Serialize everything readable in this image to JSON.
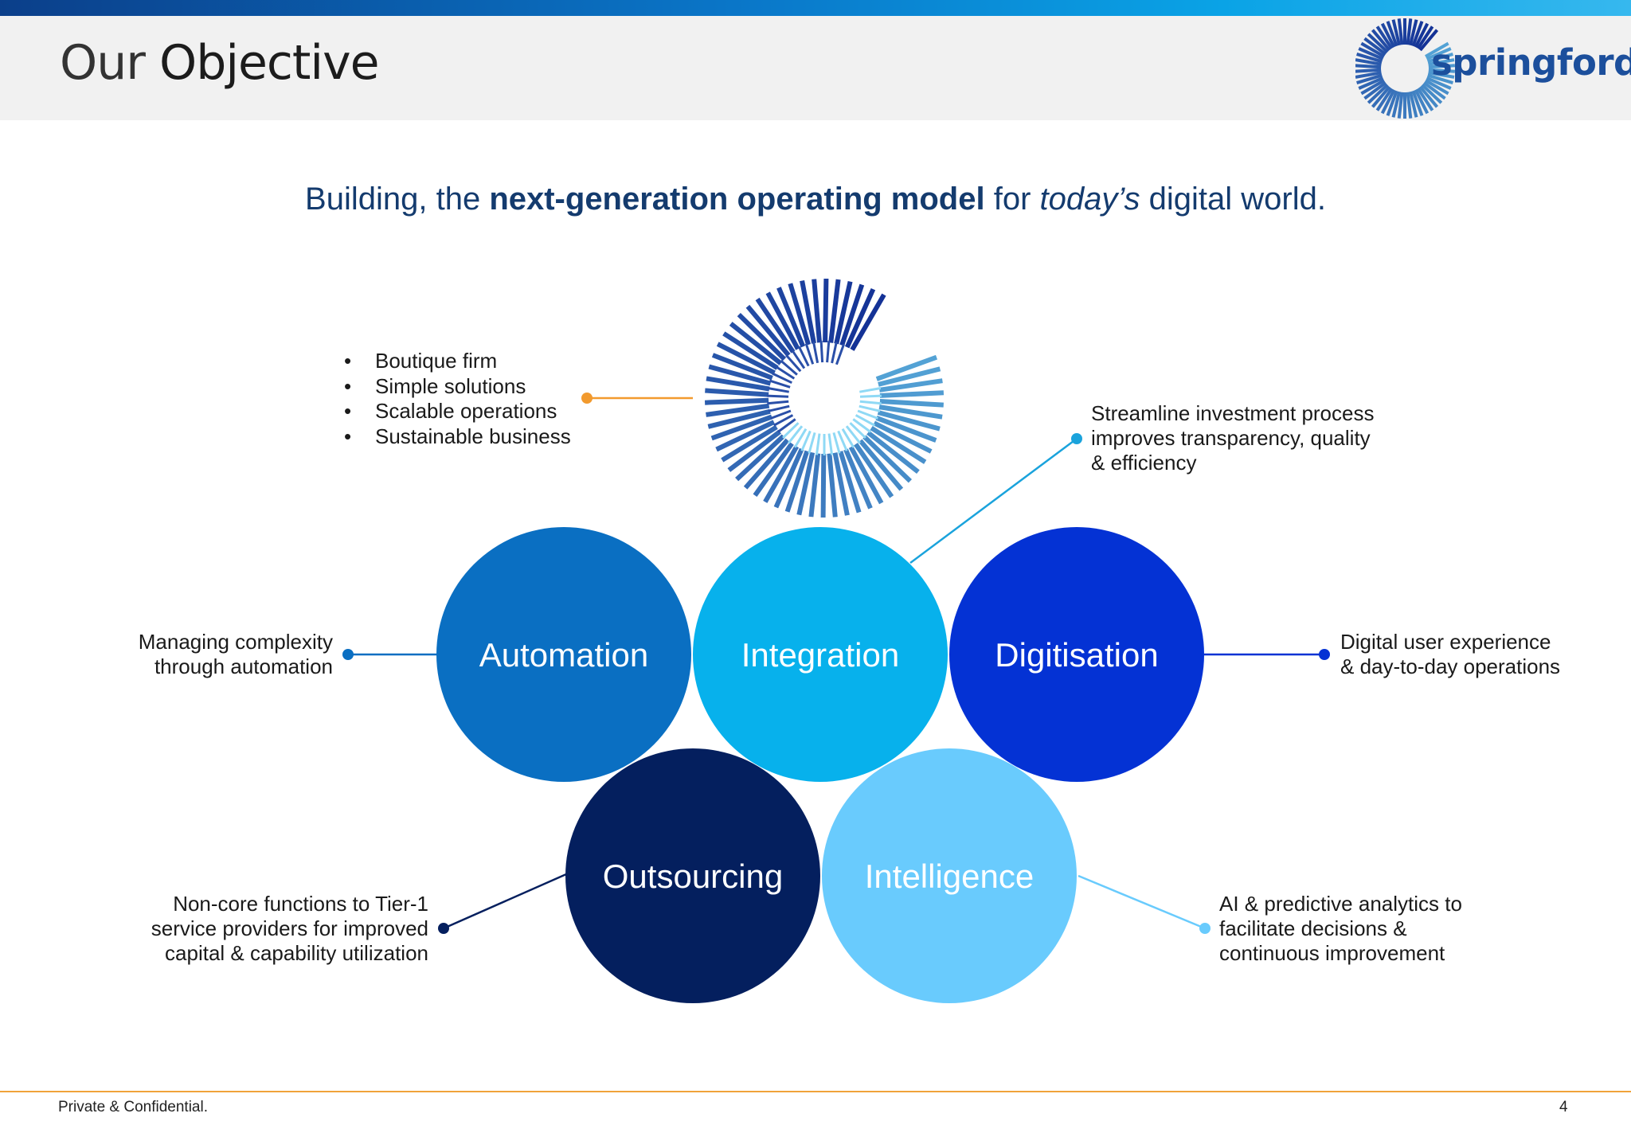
{
  "header": {
    "title_light": "Our",
    "title_bold": "Objective",
    "brand_name": "springford"
  },
  "subtitle": {
    "part1": "Building, the ",
    "bold": "next-generation operating model",
    "part2": " for ",
    "italic": "today’s",
    "part3": " digital world."
  },
  "bullets": [
    "Boutique firm",
    "Simple solutions",
    "Scalable operations",
    "Sustainable business"
  ],
  "circles": [
    {
      "label": "Automation",
      "color": "#0a6fc2"
    },
    {
      "label": "Integration",
      "color": "#07b1ec"
    },
    {
      "label": "Digitisation",
      "color": "#0432d4"
    },
    {
      "label": "Outsourcing",
      "color": "#041f5e"
    },
    {
      "label": "Intelligence",
      "color": "#69cbfd"
    }
  ],
  "notes": {
    "integration": [
      "Streamline investment process",
      "improves transparency, quality",
      "& efficiency"
    ],
    "automation": [
      "Managing complexity",
      "through automation"
    ],
    "digitisation": [
      "Digital user experience",
      "& day-to-day operations"
    ],
    "outsourcing": [
      "Non-core functions to Tier-1",
      "service providers for improved",
      "capital & capability utilization"
    ],
    "intelligence": [
      "AI & predictive analytics to",
      "facilitate decisions &",
      "continuous improvement"
    ]
  },
  "footer": {
    "left": "Private & Confidential.",
    "page": "4"
  },
  "colors": {
    "orange_connector": "#f29a2e",
    "footer_rule": "#f0a33a"
  }
}
